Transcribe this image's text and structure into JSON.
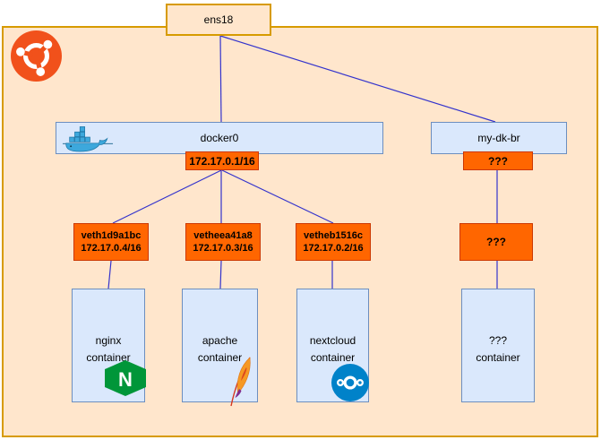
{
  "colors": {
    "host_fill": "#ffe6cc",
    "host_border": "#d79b00",
    "node_fill": "#dae8fc",
    "node_border": "#6c8ebf",
    "badge_fill": "#ff6600",
    "badge_border": "#cc3700",
    "connector_blue": "#3333cc",
    "ubuntu_orange": "#f1511b",
    "docker_blue": "#3da8dc",
    "nginx_green": "#009639",
    "nextcloud_blue": "#0082c9",
    "apache_orange": "#f69923"
  },
  "nodes": {
    "ens18": {
      "label": "ens18"
    },
    "docker0": {
      "label": "docker0",
      "ip": "172.17.0.1/16"
    },
    "my_dk_br": {
      "label": "my-dk-br",
      "ip": "???"
    },
    "veth1": {
      "name": "veth1d9a1bc",
      "ip": "172.17.0.4/16"
    },
    "veth2": {
      "name": "vetheea41a8",
      "ip": "172.17.0.3/16"
    },
    "veth3": {
      "name": "vetheb1516c",
      "ip": "172.17.0.2/16"
    },
    "veth_unknown": {
      "name": "???"
    },
    "container1": {
      "line1": "nginx",
      "line2": "container"
    },
    "container2": {
      "line1": "apache",
      "line2": "container"
    },
    "container3": {
      "line1": "nextcloud",
      "line2": "container"
    },
    "container4": {
      "line1": "???",
      "line2": "container"
    }
  },
  "icons": {
    "ubuntu": "ubuntu-logo-icon",
    "docker": "docker-whale-icon",
    "nginx": "nginx-logo-icon",
    "apache": "apache-feather-icon",
    "nextcloud": "nextcloud-logo-icon"
  }
}
